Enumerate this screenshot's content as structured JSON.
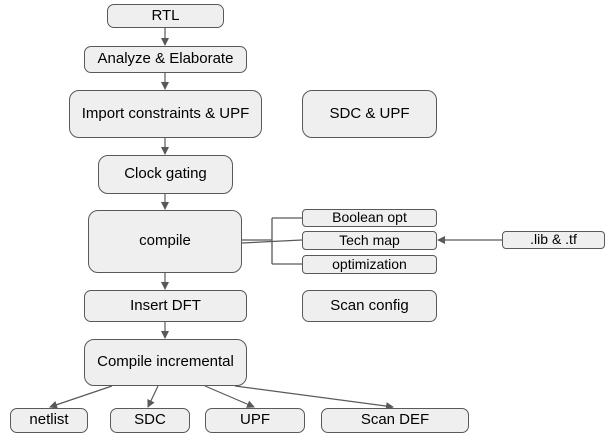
{
  "colors": {
    "box_fill": "#efefef",
    "box_border": "#595959",
    "arrow": "#595959",
    "text": "#000000"
  },
  "nodes": {
    "rtl": "RTL",
    "analyze": "Analyze & Elaborate",
    "import": "Import constraints & UPF",
    "sdc_upf": "SDC & UPF",
    "clock_gating": "Clock gating",
    "compile": "compile",
    "boolean_opt": "Boolean opt",
    "tech_map": "Tech map",
    "optimization": "optimization",
    "lib_tf": ".lib & .tf",
    "insert_dft": "Insert DFT",
    "scan_config": "Scan config",
    "compile_incremental": "Compile incremental",
    "netlist": "netlist",
    "sdc": "SDC",
    "upf": "UPF",
    "scan_def": "Scan DEF"
  }
}
